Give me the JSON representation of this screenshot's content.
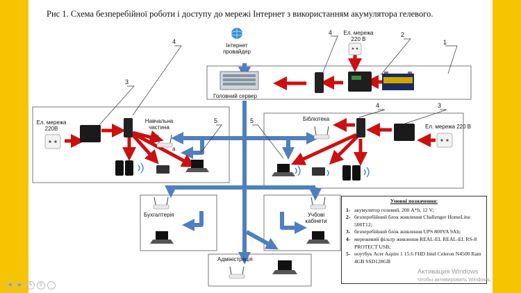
{
  "title": "Рис 1. Схема безперебійної роботи і доступу до мережі Інтернет з використанням акумулятора гелевого.",
  "labels": {
    "isp": "Інтернет\nпровайдер",
    "main_server": "Головний сервер",
    "power_top": "Ел. мережа\n220 В",
    "power_left": "Ел. мережа\n220В",
    "power_right": "Ел. мережа 220 В",
    "classroom": "Навчальна\nчастина",
    "library": "Бібліотека",
    "accounting": "Бухгалтерія",
    "study_rooms": "Учбові\nкабінети",
    "administration": "Адміністрація",
    "a": "a"
  },
  "callouts": [
    "1",
    "2",
    "4",
    "3",
    "4",
    "5",
    "5",
    "4",
    "3"
  ],
  "legend": {
    "title": "Умовні позначення:",
    "items": [
      {
        "n": "1-",
        "text": "акумулятор гелевий, 200 А*h, 12 V;"
      },
      {
        "n": "2-",
        "text": "безперебійний блок живлення  Challenger HomeLine 500T12;"
      },
      {
        "n": "3-",
        "text": "безперебійний блок живлення UPS 800VA 9Ah;"
      },
      {
        "n": "4-",
        "text": "мережевий фільтр живлення REAL-EL REAL-EL RS-8 PROTECT USB;"
      },
      {
        "n": "5-",
        "text": "ноутбук Acer Aspire 1 15.6 FHD Intel Celeron N4500 Ram 4GB SSD128GB"
      }
    ]
  },
  "watermark": {
    "line1": "Активация Windows",
    "line2": "Чтобы активировать Windows,"
  },
  "colors": {
    "slide_border": "#f6c400",
    "arrow_red": "#cc1010",
    "arrow_blue": "#4f7fbf",
    "arrow_blue_dark": "#2f5f9f"
  }
}
